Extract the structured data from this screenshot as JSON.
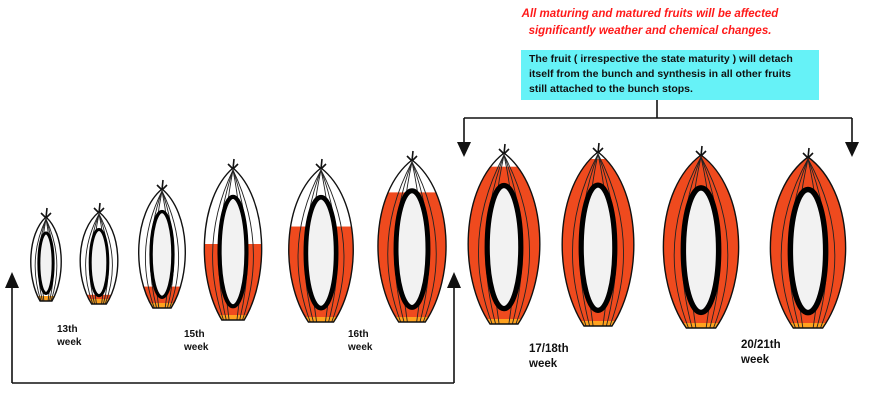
{
  "annotations": {
    "red_note_line1": "All maturing and matured fruits will be affected",
    "red_note_line2": "significantly   weather  and  chemical changes.",
    "cyan_note": "The fruit ( irrespective the state maturity ) will detach itself from the bunch and synthesis in all other fruits still attached to the bunch stops."
  },
  "week_labels": {
    "w13": [
      "13th",
      "week"
    ],
    "w15": [
      "15th",
      "week"
    ],
    "w16": [
      "16th",
      "week"
    ],
    "w17": [
      "17/18th",
      "week"
    ],
    "w20": [
      "20/21th",
      "week"
    ]
  },
  "fruit_stages": [
    {
      "stage": 1,
      "red_fill_fraction": 0.05
    },
    {
      "stage": 2,
      "red_fill_fraction": 0.1
    },
    {
      "stage": 3,
      "red_fill_fraction": 0.18
    },
    {
      "stage": 4,
      "red_fill_fraction": 0.5
    },
    {
      "stage": 5,
      "red_fill_fraction": 0.62
    },
    {
      "stage": 6,
      "red_fill_fraction": 0.8
    },
    {
      "stage": 7,
      "red_fill_fraction": 0.92
    },
    {
      "stage": 8,
      "red_fill_fraction": 0.96
    },
    {
      "stage": 9,
      "red_fill_fraction": 1.0
    },
    {
      "stage": 10,
      "red_fill_fraction": 1.0
    }
  ],
  "colors": {
    "mesocarp_red": "#ef4a1e",
    "mesocarp_tip": "#ffa21f",
    "kernel": "#f2f2f2",
    "shell": "#000000",
    "annotation_red": "#ff1a1a",
    "note_box": "#66f2f7"
  }
}
